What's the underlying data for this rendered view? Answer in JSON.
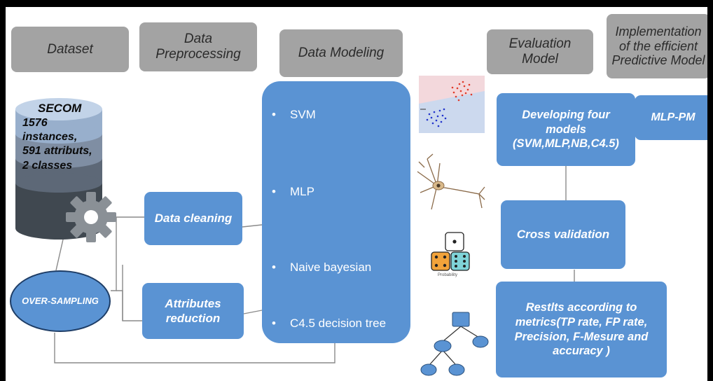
{
  "headers": {
    "dataset": "Dataset",
    "preprocessing": "Data Preprocessing",
    "modeling": "Data Modeling",
    "evaluation": "Evaluation Model",
    "implementation": "Implementation of the efficient Predictive Model"
  },
  "database": {
    "title": "SECOM",
    "lines": [
      "1576",
      "instances,",
      "591 attributs,",
      "2 classes"
    ]
  },
  "oversampling": "OVER-SAMPLING",
  "preprocessing_steps": {
    "cleaning": "Data cleaning",
    "reduction": "Attributes reduction"
  },
  "models": [
    "SVM",
    "MLP",
    "Naive bayesian",
    "C4.5 decision tree"
  ],
  "evaluation": {
    "developing": "Developing four models (SVM,MLP,NB,C4.5)",
    "cross_validation": "Cross validation",
    "results": "Restlts according to metrics(TP rate, FP rate, Precision, F-Mesure and accuracy )"
  },
  "implementation": {
    "mlp_pm": "MLP-PM"
  },
  "icon_labels": {
    "probability": "Probability"
  },
  "colors": {
    "box_blue": "#5a93d3",
    "header_gray": "#a3a3a3",
    "db_top": "#a6bcd8",
    "db_dark": "#454e57",
    "gear": "#8a9096"
  }
}
